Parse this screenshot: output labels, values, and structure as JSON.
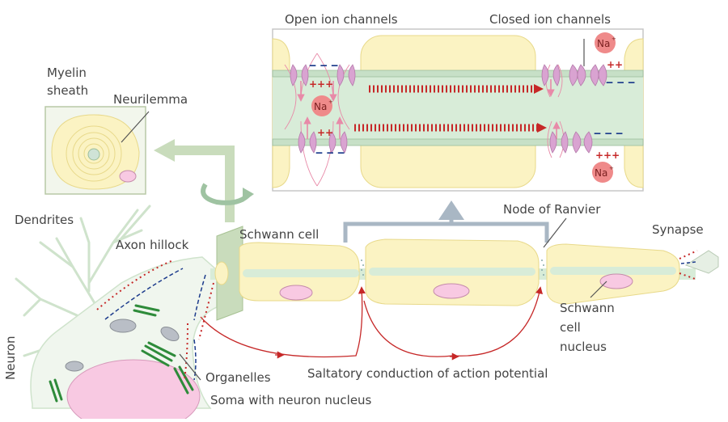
{
  "labels": {
    "open_ion_channels": "Open ion channels",
    "closed_ion_channels": "Closed ion channels",
    "myelin_sheath_line1": "Myelin",
    "myelin_sheath_line2": "sheath",
    "neurilemma": "Neurilemma",
    "dendrites": "Dendrites",
    "axon_hillock": "Axon hillock",
    "schwann_cell": "Schwann cell",
    "node_of_ranvier": "Node of Ranvier",
    "synapse": "Synapse",
    "schwann_nucleus_line1": "Schwann",
    "schwann_nucleus_line2": "cell",
    "schwann_nucleus_line3": "nucleus",
    "neuron": "Neuron",
    "organelles": "Organelles",
    "saltatory": "Saltatory conduction of action potential",
    "soma": "Soma with neuron nucleus"
  },
  "ions": {
    "sodium": "Na",
    "sodium_charge": "+",
    "positive": "+++",
    "negative": "‒ ‒ ‒",
    "positive_pair": "++"
  },
  "colors": {
    "myelin": "#fbf3c3",
    "myelin_stroke": "#e8d98a",
    "axon": "#d8ecd8",
    "neuron_body": "#f0f6ee",
    "nucleus": "#f8c9e2",
    "channel": "#d9a3d1",
    "signal_red": "#c62828",
    "charge_blue": "#1d3c8c",
    "na_ion": "#ef8a8a",
    "arrow_green": "#c9dcbc",
    "gray_link": "#a9b7c4"
  }
}
